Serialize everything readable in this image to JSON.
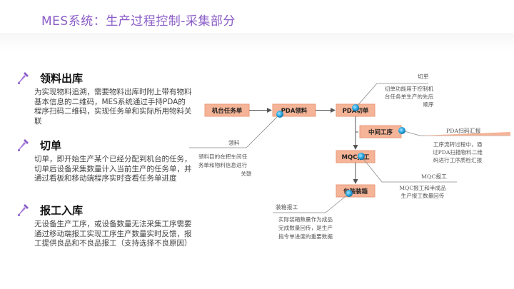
{
  "title": "MES系统：生产过程控制-采集部分",
  "sections": [
    {
      "icon": "dropper-icon",
      "heading": "领料出库",
      "body": "为实现物料追溯，需要物料出库时附上带有物料基本信息的二维码，MES系统通过手持PDA的程序扫码二维码，实现任务单和实际所用物料关联"
    },
    {
      "icon": "dropper-icon",
      "heading": "切单",
      "body": "切单，即开始生产某个已经分配到机台的任务，切单后设备采集数量计入当前生产的任务单，并通过看板和移动端程序实时查看任务单进度"
    },
    {
      "icon": "dropper-icon",
      "heading": "报工入库",
      "body": "无设备生产工序，或设备数量无法采集工序需要通过移动端报工实现工序生产数量实时反馈，报工提供良品和不良品报工（支持选择不良原因）"
    }
  ],
  "flow": {
    "boxes": {
      "task": "机台任务单",
      "pda_pick": "PDA领料",
      "pda_switch": "PDA切单",
      "mid": "中间工序",
      "mqc": "MQC报工",
      "pack": "包装装箱"
    },
    "labels": {
      "pick": "领料",
      "switch": "切单",
      "pda_scan": "PDA扫码汇报",
      "mqc": "MQC报工",
      "pack": "装箱报工"
    },
    "notes": {
      "pick": [
        "领料目的在把车间任",
        "务单和物料信息进行",
        "关联"
      ],
      "switch": [
        "切单功能用于控制机",
        "台任务单生产的先后",
        "顺序"
      ],
      "pda_scan": [
        "工序流转过程中，通",
        "过PDA扫描物料二维",
        "码进行工序质检汇报"
      ],
      "mqc": [
        "MQC报工和半成品",
        "生产报工数量回传"
      ],
      "pack": [
        "实际装箱数量作为成品",
        "完成数量回传，是生产",
        "指令单进度的重要数据"
      ]
    },
    "colors": {
      "box": "#f5b497",
      "box_border": "#e99a78",
      "dot": "#29a8e0",
      "line": "#7a7a7a",
      "accent": "#8a5cc7"
    }
  }
}
